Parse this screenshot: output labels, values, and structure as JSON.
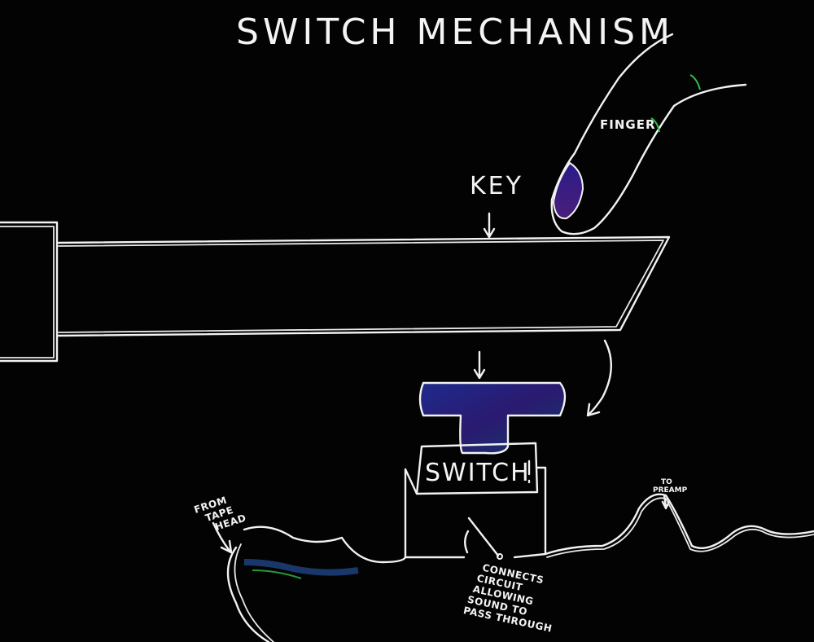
{
  "title": "SWITCH MECHANISM",
  "labels": {
    "finger": "FINGER",
    "key": "KEY",
    "switch": "SWITCH",
    "from_tape_head": [
      "FROM",
      "TAPE",
      "HEAD"
    ],
    "to_preamp": [
      "TO",
      "PREAMP"
    ],
    "connects": [
      "CONNECTS",
      "CIRCUIT",
      "ALLOWING",
      "SOUND TO",
      "PASS THROUGH"
    ]
  },
  "colors": {
    "background": "#030303",
    "ink": "#f2f2f2",
    "accent_blue": "#3a2fb0",
    "accent_green": "#2fbf4a",
    "accent_purple": "#5a2a8a"
  }
}
